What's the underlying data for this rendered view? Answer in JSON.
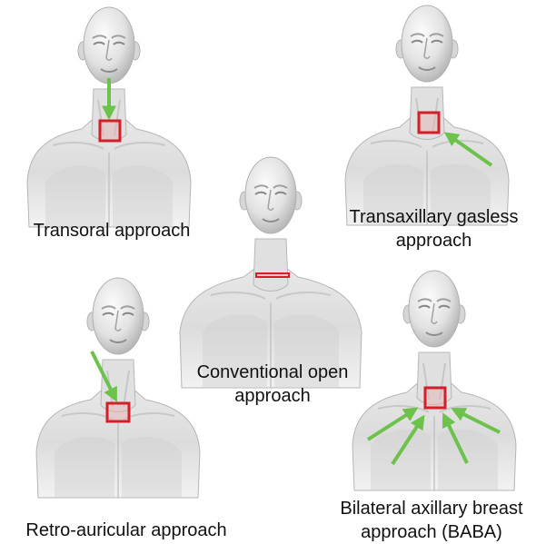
{
  "colors": {
    "incision": "#d21f2a",
    "arrow": "#6cc24a",
    "skin_light": "#f4f4f4",
    "skin_mid": "#d9d9d9",
    "skin_dark": "#a9a9a9"
  },
  "panels": {
    "transoral": {
      "caption": "Transoral approach"
    },
    "transaxillary": {
      "caption_line1": "Transaxillary gasless",
      "caption_line2": "approach"
    },
    "conventional": {
      "caption_line1": "Conventional open",
      "caption_line2": "approach"
    },
    "retroauricular": {
      "caption": "Retro-auricular approach"
    },
    "baba": {
      "caption_line1": "Bilateral axillary breast",
      "caption_line2": "approach (BABA)"
    }
  }
}
